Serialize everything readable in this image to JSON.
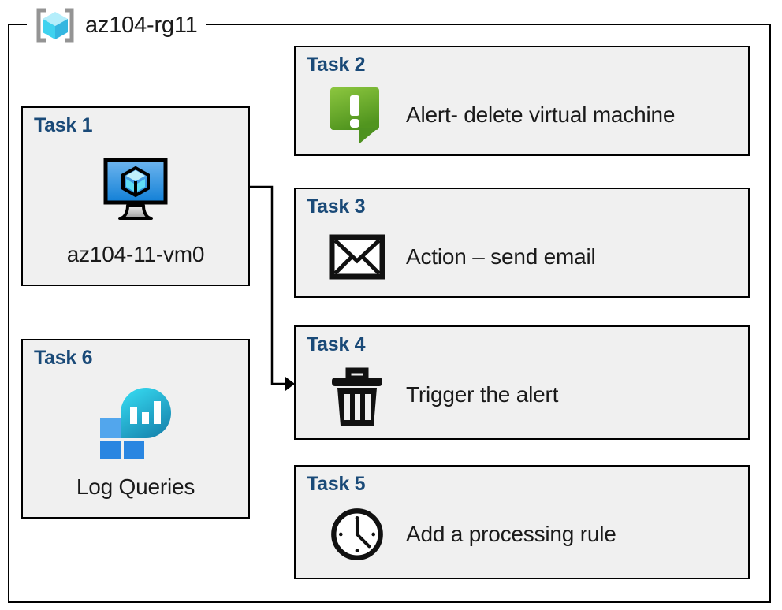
{
  "diagram": {
    "resource_group": {
      "name": "az104-rg11",
      "icon": "azure-resource-group-icon"
    },
    "colors": {
      "task_title": "#1a4a78",
      "card_fill": "#f0f0f0",
      "card_border": "#000000",
      "alert_green_light": "#86c240",
      "alert_green_dark": "#5c9e26",
      "vm_blue_light": "#5aa9ea",
      "vm_blue_dark": "#1a7fd4",
      "cube_cyan_light": "#b4eefb",
      "cube_cyan": "#3fd2ef",
      "cube_blue": "#34b6e0",
      "bracket_gray": "#949494",
      "log_square_light": "#4fa3ec",
      "log_square_dark": "#2684e0",
      "log_bubble_cyan": "#32d0ec",
      "log_bubble_teal": "#1a87ae"
    },
    "cards": [
      {
        "id": "task-1",
        "title": "Task 1",
        "caption": "az104-11-vm0",
        "icon": "virtual-machine-icon",
        "column": "left"
      },
      {
        "id": "task-6",
        "title": "Task 6",
        "caption": "Log Queries",
        "icon": "log-analytics-icon",
        "column": "left"
      },
      {
        "id": "task-2",
        "title": "Task 2",
        "caption": "Alert- delete virtual machine",
        "icon": "alert-callout-icon",
        "column": "right"
      },
      {
        "id": "task-3",
        "title": "Task 3",
        "caption": "Action – send email",
        "icon": "envelope-icon",
        "column": "right"
      },
      {
        "id": "task-4",
        "title": "Task 4",
        "caption": "Trigger the alert",
        "icon": "trash-can-icon",
        "column": "right"
      },
      {
        "id": "task-5",
        "title": "Task 5",
        "caption": "Add a processing rule",
        "icon": "clock-icon",
        "column": "right"
      }
    ],
    "connectors": [
      {
        "id": "vm-to-task4",
        "from": "task-1",
        "to": "task-4",
        "arrow": "right"
      }
    ]
  }
}
